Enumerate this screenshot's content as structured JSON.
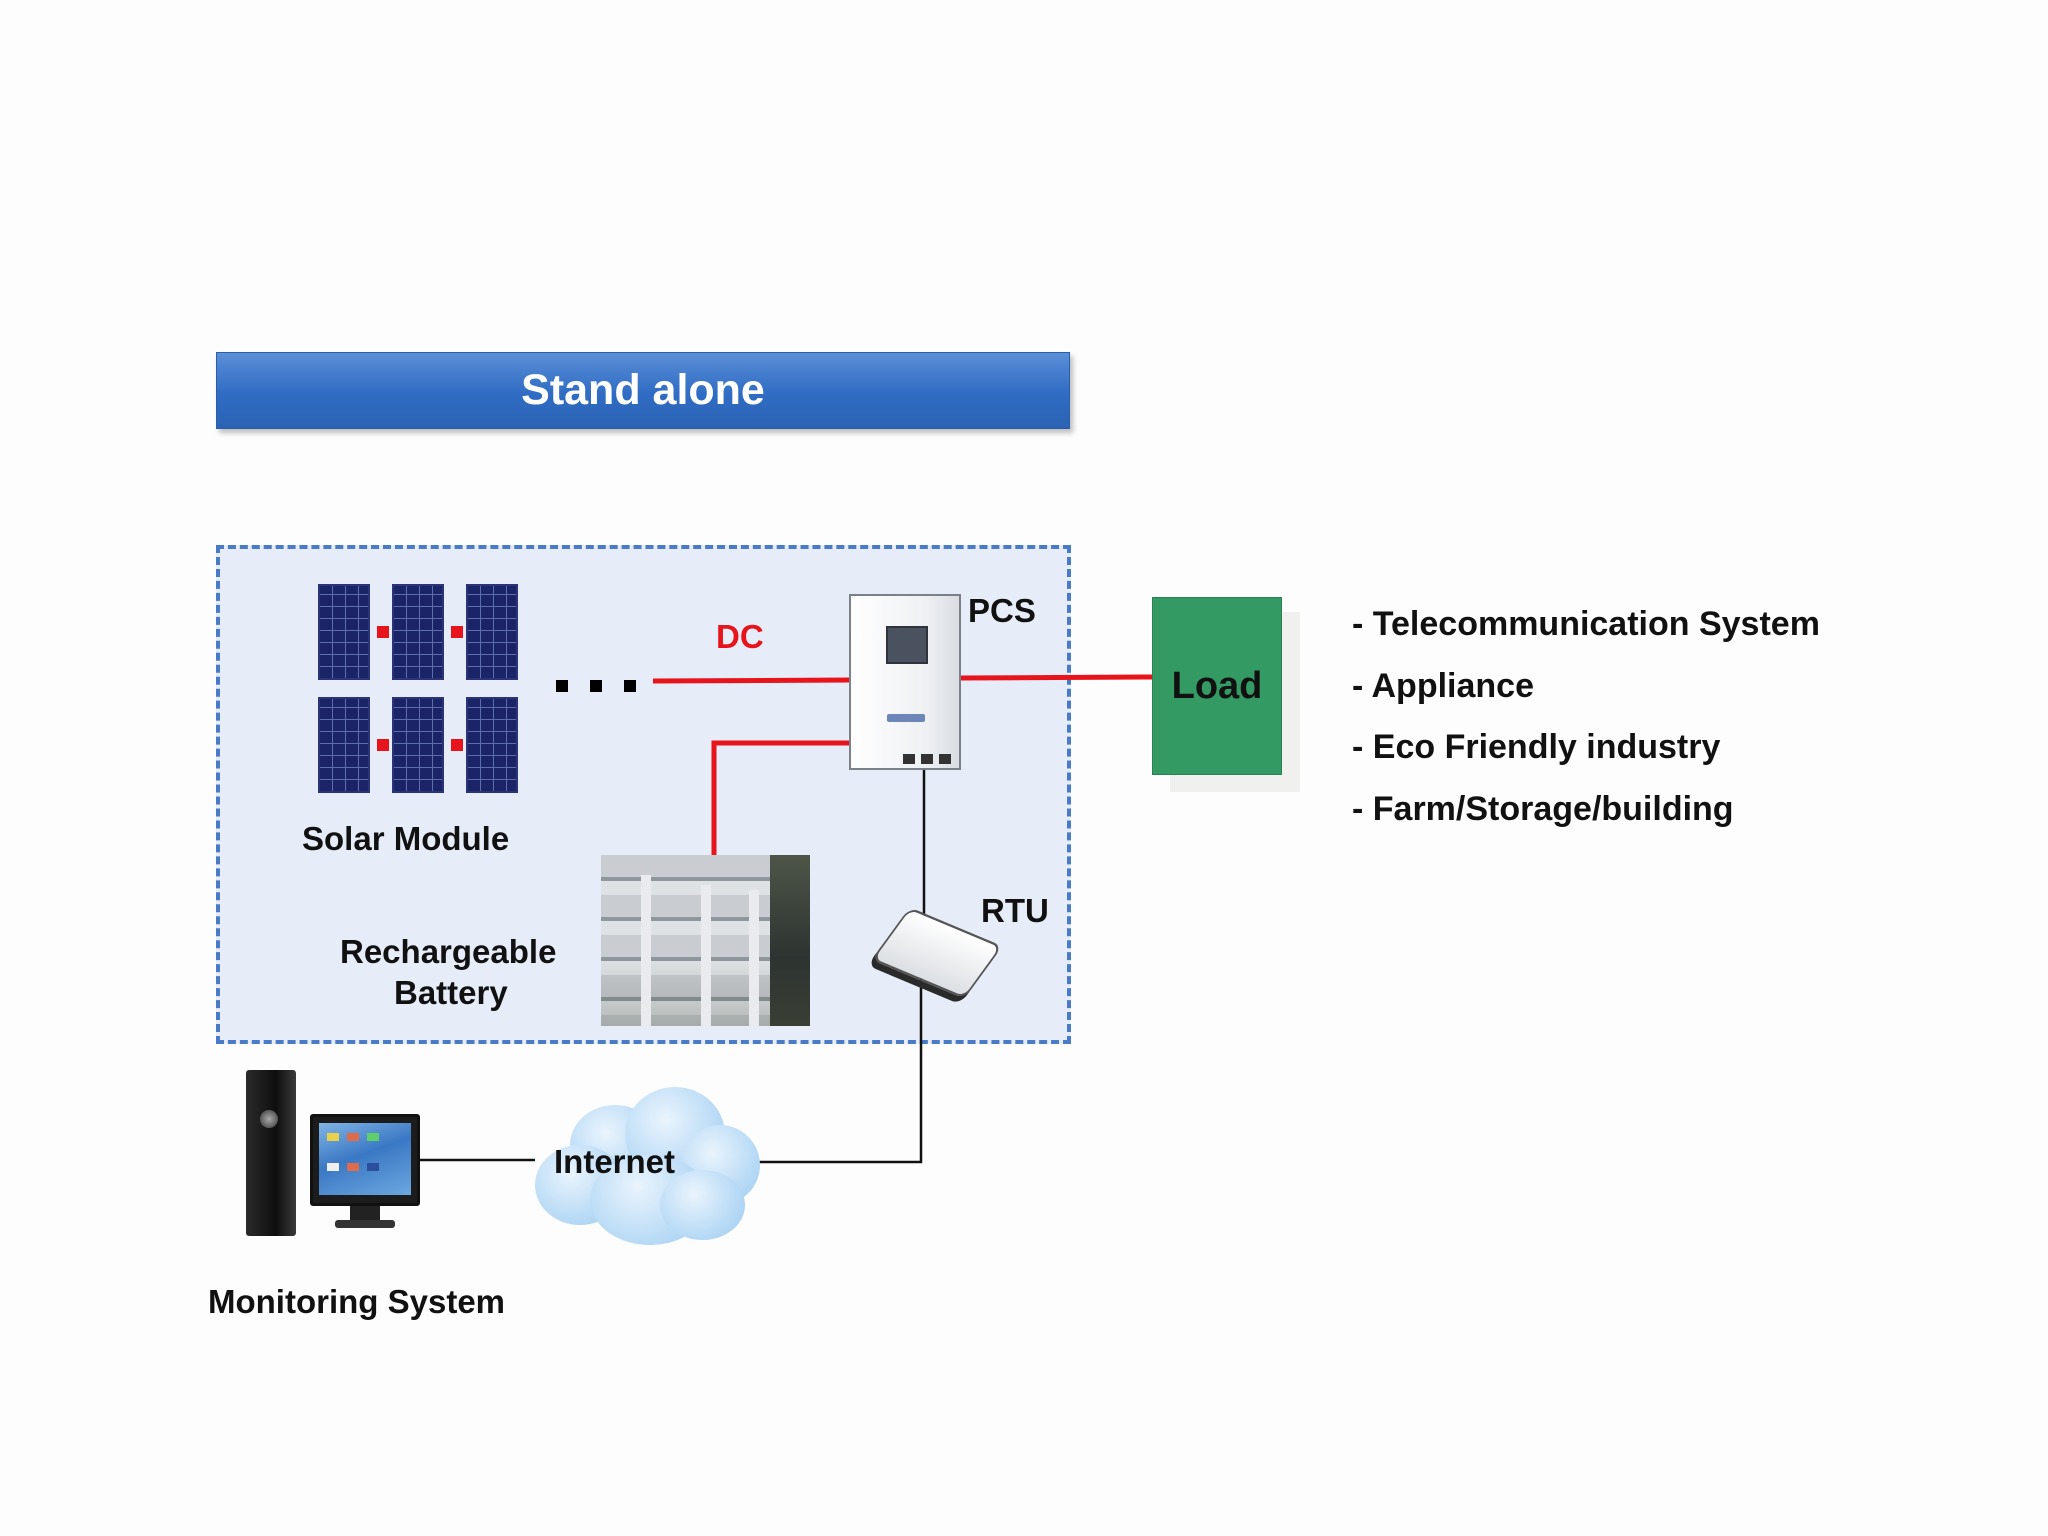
{
  "title": "Stand alone",
  "labels": {
    "solar_module": "Solar Module",
    "dc": "DC",
    "pcs": "PCS",
    "load": "Load",
    "rtu": "RTU",
    "battery_line1": "Rechargeable",
    "battery_line2": "Battery",
    "internet": "Internet",
    "monitoring": "Monitoring System"
  },
  "applications": [
    "- Telecommunication System",
    "- Appliance",
    "- Eco Friendly industry",
    "- Farm/Storage/building"
  ],
  "colors": {
    "banner": "#2f6cc3",
    "dashed_border": "#4a7bc6",
    "dc_line": "#e8141c",
    "load": "#349a64"
  }
}
